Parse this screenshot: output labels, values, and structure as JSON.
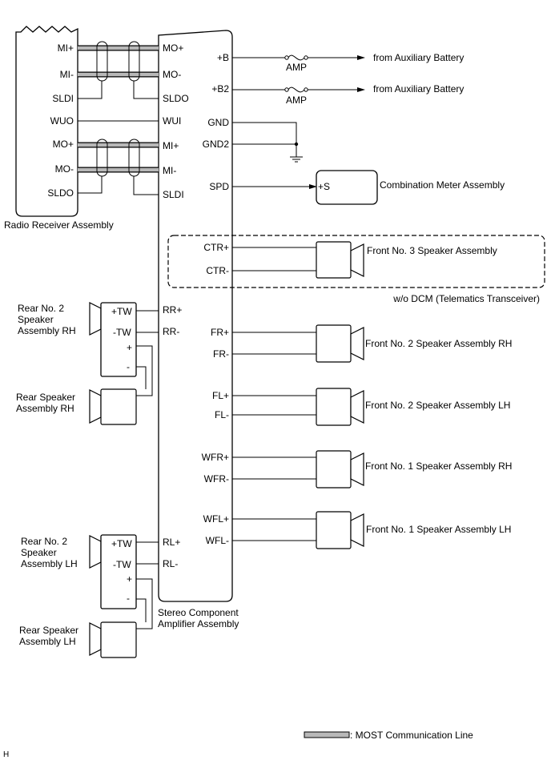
{
  "radio": {
    "name": "Radio Receiver Assembly",
    "pins": [
      "MI+",
      "MI-",
      "SLDI",
      "WUO",
      "MO+",
      "MO-",
      "SLDO"
    ]
  },
  "amplifier": {
    "name_line1": "Stereo Component",
    "name_line2": "Amplifier Assembly",
    "left_pins": [
      "MO+",
      "MO-",
      "SLDO",
      "WUI",
      "MI+",
      "MI-",
      "SLDI",
      "RR+",
      "RR-",
      "RL+",
      "RL-"
    ],
    "right_pins": [
      "+B",
      "+B2",
      "GND",
      "GND2",
      "SPD",
      "CTR+",
      "CTR-",
      "FR+",
      "FR-",
      "FL+",
      "FL-",
      "WFR+",
      "WFR-",
      "WFL+",
      "WFL-"
    ]
  },
  "power": {
    "fuse_label": "AMP",
    "source_label": "from Auxiliary Battery"
  },
  "meter": {
    "name": "Combination Meter Assembly",
    "pin": "+S"
  },
  "ctr_group": {
    "label": "w/o DCM (Telematics Transceiver)"
  },
  "right_speakers": [
    "Front No. 3 Speaker Assembly",
    "Front No. 2 Speaker Assembly RH",
    "Front No. 2 Speaker Assembly LH",
    "Front No. 1 Speaker Assembly RH",
    "Front No. 1 Speaker Assembly LH"
  ],
  "rear_rh": {
    "tw_name": [
      "Rear No. 2",
      "Speaker",
      "Assembly RH"
    ],
    "tw_pins": [
      "+TW",
      "-TW",
      "+",
      "-"
    ],
    "spk_name": [
      "Rear Speaker",
      "Assembly RH"
    ]
  },
  "rear_lh": {
    "tw_name": [
      "Rear No. 2",
      "Speaker",
      "Assembly LH"
    ],
    "tw_pins": [
      "+TW",
      "-TW",
      "+",
      "-"
    ],
    "spk_name": [
      "Rear Speaker",
      "Assembly LH"
    ]
  },
  "legend": {
    "label": ": MOST Communication Line"
  },
  "corner_mark": "H"
}
